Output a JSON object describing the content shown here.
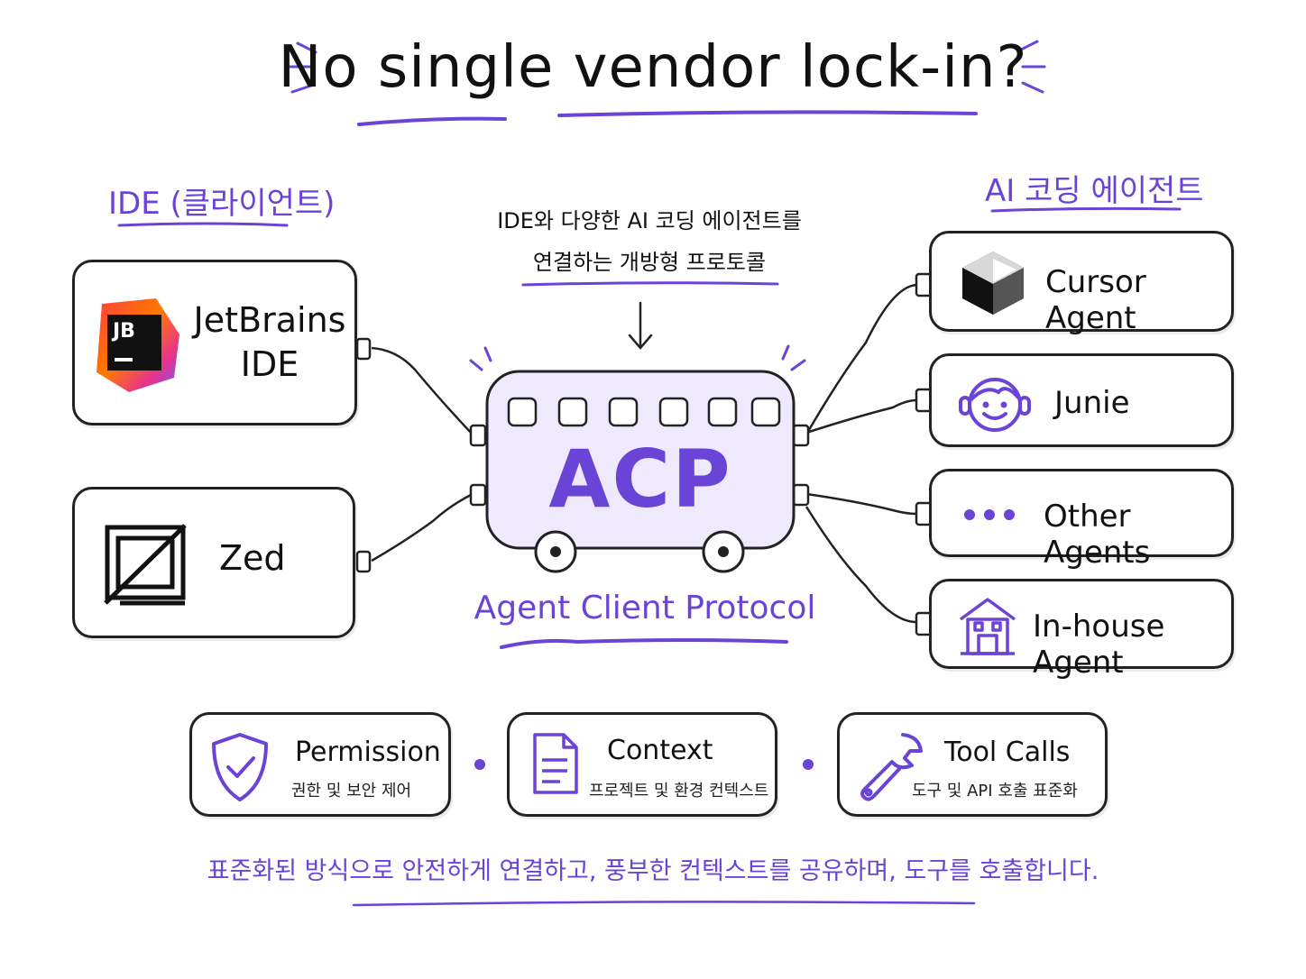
{
  "title": "No single vendor lock-in?",
  "ide_label": "IDE (클라이언트)",
  "agents_label": "AI 코딩 에이전트",
  "center_note": {
    "line1": "IDE와 다양한 AI 코딩 에이전트를",
    "line2": "연결하는 개방형 프로토콜"
  },
  "hub": {
    "name": "ACP",
    "caption": "Agent Client Protocol"
  },
  "ides": [
    {
      "line1": "JetBrains",
      "line2": "IDE",
      "logo_text": "JB",
      "icon": "jetbrains-logo-icon"
    },
    {
      "line1": "Zed",
      "icon": "zed-logo-icon"
    }
  ],
  "agents": [
    {
      "label": "Cursor Agent",
      "icon": "cursor-cube-icon"
    },
    {
      "label": "Junie",
      "icon": "smiling-face-icon"
    },
    {
      "label": "Other Agents",
      "icon": "ellipsis-icon"
    },
    {
      "label": "In-house Agent",
      "icon": "building-icon"
    }
  ],
  "features": [
    {
      "title": "Permission",
      "subtitle": "권한 및 보안 제어",
      "icon": "shield-check-icon"
    },
    {
      "title": "Context",
      "subtitle": "프로젝트 및 환경 컨텍스트",
      "icon": "document-icon"
    },
    {
      "title": "Tool Calls",
      "subtitle": "도구 및 API 호출 표준화",
      "icon": "wrench-icon"
    }
  ],
  "bottom_note": "표준화된 방식으로 안전하게 연결하고, 풍부한 컨텍스트를 공유하며, 도구를 호출합니다.",
  "colors": {
    "accent": "#6a44d6",
    "hub_fill": "#efe9fd",
    "stroke": "#222222"
  }
}
